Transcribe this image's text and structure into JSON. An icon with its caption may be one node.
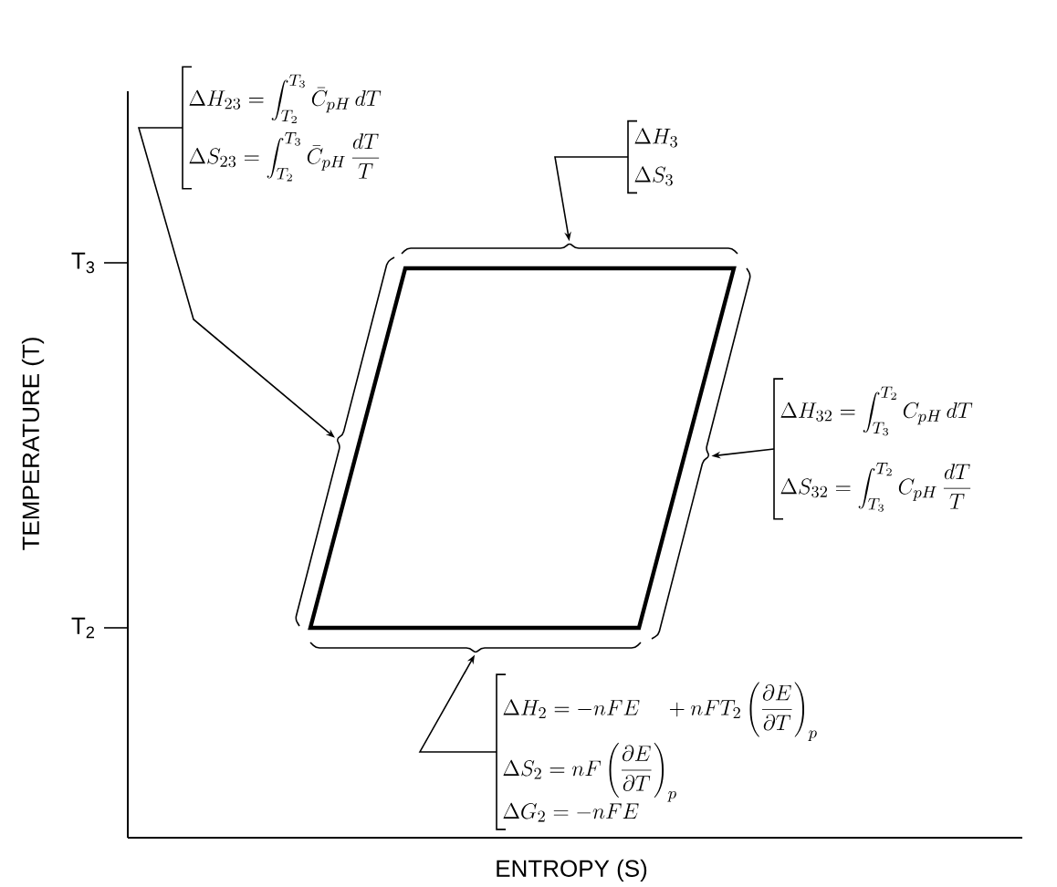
{
  "diagram": {
    "nodes": [
      {
        "text": [
          "\\Delta H_{23} = \\int_{T_2}^{T_3} \\bar{C}_{pH}\\, dT",
          "\\Delta S_{23} = \\int_{T_2}^{T_3} \\bar{C}_{pH}\\, \\frac{dT}{T}"
        ]
      },
      {
        "text": [
          "\\Delta H_3",
          "\\Delta S_3"
        ]
      },
      {
        "text": [
          "\\Delta H_{32} = \\int_{T_3}^{T_2} C_{pH}\\, dT",
          "\\Delta S_{32} = \\int_{T_3}^{T_2} C_{pH}\\, \\frac{dT}{T}"
        ]
      },
      {
        "text": [
          "\\Delta H_2 = -nFE \\quad + nFT_2 \\left(\\frac{\\partial E}{\\partial T}\\right)_p",
          "\\Delta S_2 = nF \\left(\\frac{\\partial E}{\\partial T}\\right)_p",
          "\\Delta G_2 = -nFE"
        ]
      },
      {
        "text": [],
        "shape": "brace"
      },
      {
        "text": [],
        "shape": "brace"
      },
      {
        "text": [],
        "shape": "brace"
      },
      {
        "text": [],
        "shape": "brace"
      }
    ],
    "edges": [
      {
        "from": 0,
        "to": 4,
        "arrow": "to"
      },
      {
        "from": 1,
        "to": 5,
        "arrow": "to"
      },
      {
        "from": 2,
        "to": 6,
        "arrow": "to"
      },
      {
        "from": 3,
        "to": 7,
        "arrow": "to"
      }
    ],
    "labels": [
      "T$_{3}$",
      "T$_{2}$",
      "TEMPERATURE (T)",
      "ENTROPY (S)"
    ]
  }
}
